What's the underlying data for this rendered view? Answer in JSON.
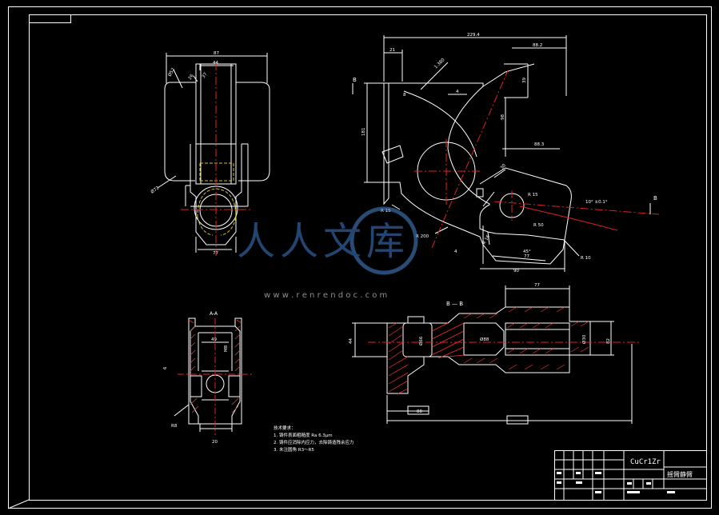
{
  "sheet": {
    "material": "CuCr1Zr",
    "part_name": "摇臂静臂"
  },
  "views": {
    "section_aa": {
      "title": "A-A"
    },
    "section_bb": {
      "title": "B — B"
    }
  },
  "markers": {
    "b_left": "B",
    "b_right": "B"
  },
  "watermark": {
    "brand": "人人文库",
    "url": "w w w . r e n r e n d o c . c o m"
  },
  "tech_notes": {
    "title": "技术要求：",
    "items": [
      "1. 铸件表面粗糙度 Ra 6.3μm",
      "2. 铸件应消除内应力，去除铸造残余应力",
      "3. 未注圆角 R3～R5"
    ]
  },
  "dimensions": {
    "top_view": [
      "87",
      "44",
      "Ø52",
      "26",
      "37",
      "Ø72",
      "77"
    ],
    "main_view": [
      "229.4",
      "88.2",
      "21",
      "1.380",
      "39",
      "4",
      "181",
      "98",
      "88.3",
      "4",
      "R 15",
      "R 50",
      "R 15",
      "R 200",
      "R 16",
      "R 10",
      "77",
      "90",
      "45°",
      "10° ±0.1°",
      "8",
      "30"
    ],
    "section_aa": [
      "49",
      "M8",
      "6",
      "R8",
      "20"
    ],
    "section_bb": [
      "77",
      "44",
      "82",
      "Ø30",
      "Ø88",
      "Ø66",
      "88"
    ]
  }
}
